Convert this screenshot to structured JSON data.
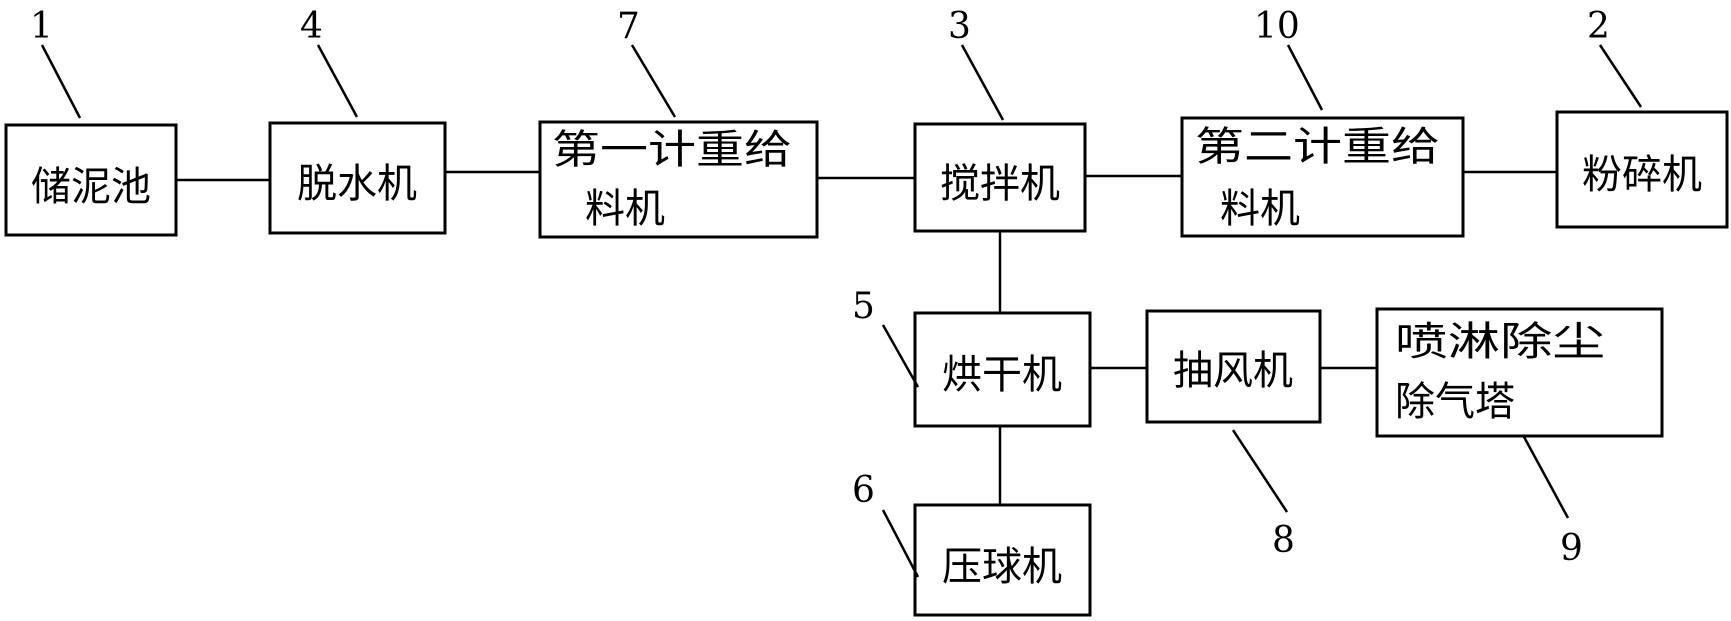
{
  "boxes": {
    "storage_tank": {
      "lines": [
        "储泥池"
      ]
    },
    "dewatering": {
      "lines": [
        "脱水机"
      ]
    },
    "feeder_1": {
      "lines": [
        "第一计重给",
        "料机"
      ]
    },
    "mixer": {
      "lines": [
        "搅拌机"
      ]
    },
    "feeder_2": {
      "lines": [
        "第二计重给",
        "料机"
      ]
    },
    "crusher": {
      "lines": [
        "粉碎机"
      ]
    },
    "dryer": {
      "lines": [
        "烘干机"
      ]
    },
    "exhaust_fan": {
      "lines": [
        "抽风机"
      ]
    },
    "spray_tower": {
      "lines": [
        "喷淋除尘",
        "除气塔"
      ]
    },
    "ball_press": {
      "lines": [
        "压球机"
      ]
    }
  },
  "labels": {
    "storage_tank": "1",
    "crusher": "2",
    "mixer": "3",
    "dewatering": "4",
    "dryer": "5",
    "ball_press": "6",
    "feeder_1": "7",
    "exhaust_fan": "8",
    "spray_tower": "9",
    "feeder_2": "10"
  },
  "connections": [
    [
      "storage_tank",
      "dewatering"
    ],
    [
      "dewatering",
      "feeder_1"
    ],
    [
      "feeder_1",
      "mixer"
    ],
    [
      "mixer",
      "feeder_2"
    ],
    [
      "feeder_2",
      "crusher"
    ],
    [
      "mixer",
      "dryer"
    ],
    [
      "dryer",
      "exhaust_fan"
    ],
    [
      "exhaust_fan",
      "spray_tower"
    ],
    [
      "dryer",
      "ball_press"
    ]
  ]
}
